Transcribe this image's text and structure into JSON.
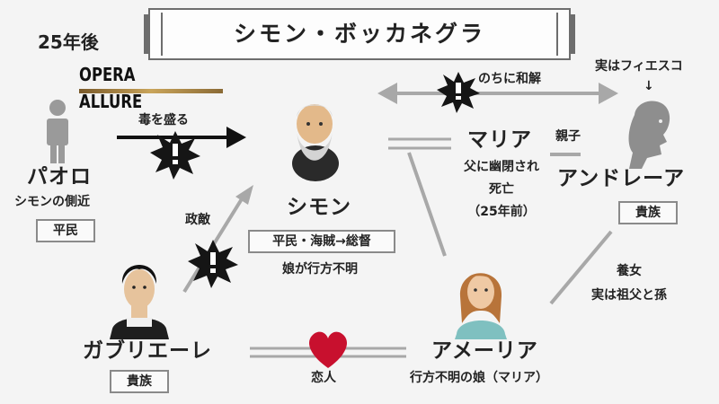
{
  "header": {
    "title": "シモン・ボッカネグラ",
    "time_note": "25年後",
    "logo_text": "OPERA ALLURE"
  },
  "characters": {
    "simon": {
      "name": "シモン",
      "rank": "平民・海賊→総督",
      "note": "娘が行方不明"
    },
    "paolo": {
      "name": "パオロ",
      "role": "シモンの側近",
      "rank": "平民"
    },
    "gabriele": {
      "name": "ガブリエーレ",
      "rank": "貴族"
    },
    "amelia": {
      "name": "アメーリア",
      "note": "行方不明の娘（マリア）"
    },
    "maria": {
      "name": "マリア",
      "note_lines": [
        "父に幽閉され",
        "死亡",
        "（25年前）"
      ]
    },
    "andrea": {
      "name": "アンドレーア",
      "top_note": "実はフィエスコ",
      "arrow": "↓",
      "rank": "貴族"
    }
  },
  "relations": {
    "poison": "毒を盛る",
    "enemy": "政敵",
    "reconcile": "のちに和解",
    "parent_child": "親子",
    "adopted_lines": [
      "養女",
      "実は祖父と孫"
    ],
    "lovers": "恋人"
  },
  "colors": {
    "line_gray": "#a8a8a8",
    "arrow_black": "#111111",
    "badge_border": "#8a8a8a",
    "heart": "#c8102e",
    "background": "#f4f4f4"
  }
}
